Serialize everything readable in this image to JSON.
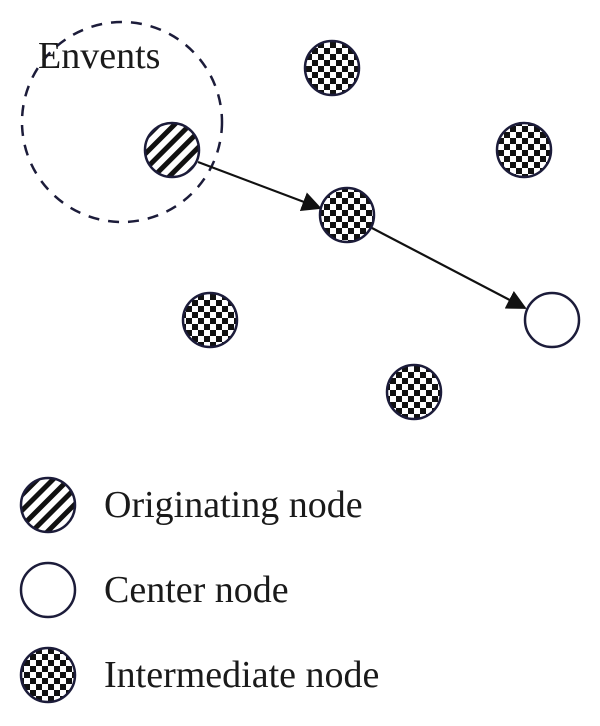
{
  "figure": {
    "event_label": "Envents"
  },
  "legend": {
    "items": [
      {
        "type": "originating",
        "label": "Originating node"
      },
      {
        "type": "center",
        "label": "Center node"
      },
      {
        "type": "intermediate",
        "label": "Intermediate node"
      }
    ]
  },
  "colors": {
    "stroke": "#1c1c3a",
    "fill_dark": "#111111",
    "fill_light": "#ffffff",
    "edge": "#111111"
  },
  "nodes": [
    {
      "id": "intermediate-1",
      "type": "intermediate"
    },
    {
      "id": "intermediate-2",
      "type": "intermediate"
    },
    {
      "id": "originating",
      "type": "originating"
    },
    {
      "id": "intermediate-3",
      "type": "intermediate"
    },
    {
      "id": "intermediate-4",
      "type": "intermediate"
    },
    {
      "id": "center",
      "type": "center"
    },
    {
      "id": "intermediate-5",
      "type": "intermediate"
    }
  ],
  "edges": [
    {
      "from": "originating",
      "to": "intermediate-3"
    },
    {
      "from": "intermediate-3",
      "to": "center"
    }
  ]
}
